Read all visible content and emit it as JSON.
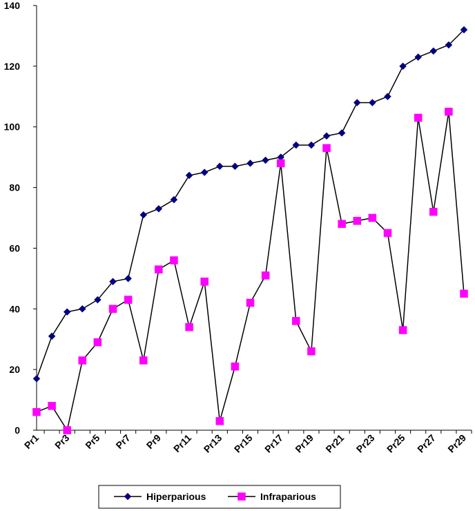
{
  "chart_data": {
    "type": "line",
    "categories": [
      "Pr1",
      "Pr2",
      "Pr3",
      "Pr4",
      "Pr5",
      "Pr6",
      "Pr7",
      "Pr8",
      "Pr9",
      "Pr10",
      "Pr11",
      "Pr12",
      "Pr13",
      "Pr14",
      "Pr15",
      "Pr16",
      "Pr17",
      "Pr18",
      "Pr19",
      "Pr20",
      "Pr21",
      "Pr22",
      "Pr23",
      "Pr24",
      "Pr25",
      "Pr26",
      "Pr27",
      "Pr28",
      "Pr29"
    ],
    "x_tick_labels": [
      "Pr1",
      "Pr3",
      "Pr5",
      "Pr7",
      "Pr9",
      "Pr11",
      "Pr13",
      "Pr15",
      "Pr17",
      "Pr19",
      "Pr21",
      "Pr23",
      "Pr25",
      "Pr27",
      "Pr29"
    ],
    "y_ticks": [
      0,
      20,
      40,
      60,
      80,
      100,
      120,
      140
    ],
    "ylim": [
      0,
      140
    ],
    "grid": false,
    "legend_position": "bottom",
    "series": [
      {
        "name": "Hiperparious",
        "color": "#000080",
        "line_color": "#000000",
        "marker": "diamond",
        "values": [
          17,
          31,
          39,
          40,
          43,
          49,
          50,
          71,
          73,
          76,
          84,
          85,
          87,
          87,
          88,
          89,
          90,
          94,
          94,
          97,
          98,
          108,
          108,
          110,
          120,
          123,
          125,
          127,
          132
        ]
      },
      {
        "name": "Infraparious",
        "color": "#FF00FF",
        "line_color": "#000000",
        "marker": "square",
        "values": [
          6,
          8,
          0,
          23,
          29,
          40,
          43,
          23,
          53,
          56,
          34,
          49,
          3,
          21,
          42,
          51,
          88,
          36,
          26,
          93,
          68,
          69,
          70,
          65,
          33,
          103,
          72,
          105,
          45
        ]
      }
    ]
  }
}
